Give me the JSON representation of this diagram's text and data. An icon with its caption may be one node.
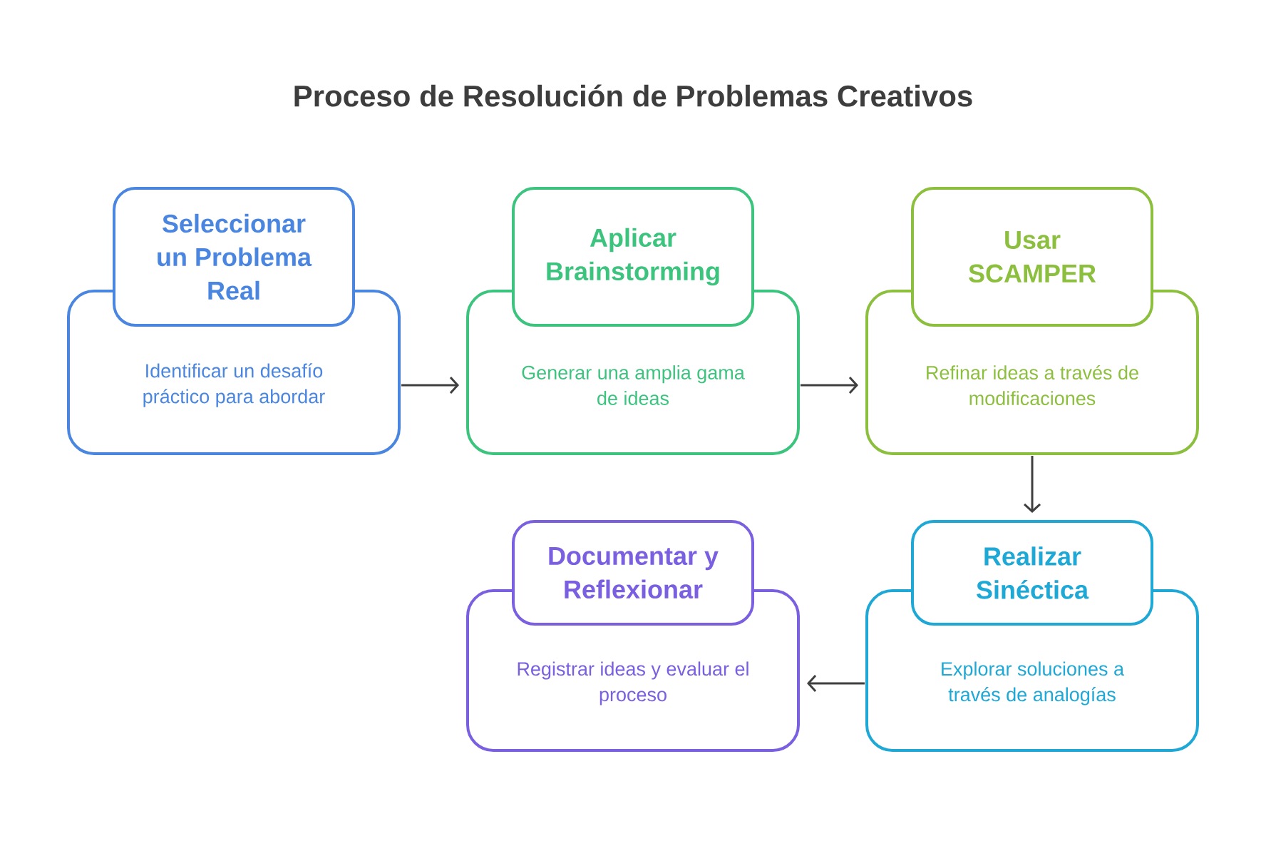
{
  "diagram": {
    "title": "Proceso de Resolución de Problemas Creativos",
    "nodes": [
      {
        "text": [
          "Seleccionar un Problema Real",
          "Identificar un desafío práctico para abordar"
        ]
      },
      {
        "text": [
          "Aplicar Brainstorming",
          "Generar una amplia gama de ideas"
        ]
      },
      {
        "text": [
          "Usar SCAMPER",
          "Refinar ideas a través de modificaciones"
        ]
      },
      {
        "text": [
          "Documentar y Reflexionar",
          "Registrar ideas y evaluar el proceso"
        ]
      },
      {
        "text": [
          "Realizar Sinéctica",
          "Explorar soluciones a través de analogías"
        ]
      }
    ],
    "edges": [
      {
        "from": 0,
        "to": 1,
        "arrow": "to"
      },
      {
        "from": 1,
        "to": 2,
        "arrow": "to"
      },
      {
        "from": 2,
        "to": 4,
        "arrow": "to"
      },
      {
        "from": 4,
        "to": 3,
        "arrow": "to"
      }
    ]
  }
}
